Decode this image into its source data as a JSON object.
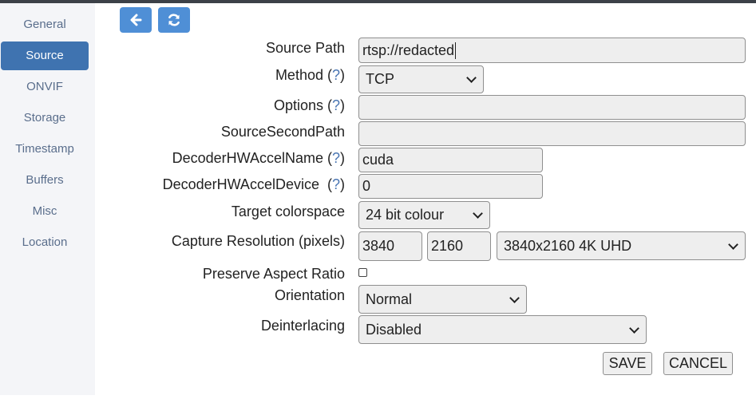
{
  "sidebar": {
    "items": [
      {
        "label": "General"
      },
      {
        "label": "Source"
      },
      {
        "label": "ONVIF"
      },
      {
        "label": "Storage"
      },
      {
        "label": "Timestamp"
      },
      {
        "label": "Buffers"
      },
      {
        "label": "Misc"
      },
      {
        "label": "Location"
      }
    ],
    "active": "Source"
  },
  "toolbar": {
    "back_icon": "arrow-left-icon",
    "refresh_icon": "refresh-icon"
  },
  "form": {
    "help_text": "?",
    "source_path": {
      "label": "Source Path",
      "value": "rtsp://redacted"
    },
    "method": {
      "label": "Method",
      "value": "TCP"
    },
    "options": {
      "label": "Options",
      "value": ""
    },
    "source_second_path": {
      "label": "SourceSecondPath",
      "value": ""
    },
    "decoder_hw_accel_name": {
      "label": "DecoderHWAccelName",
      "value": "cuda"
    },
    "decoder_hw_accel_device": {
      "label": "DecoderHWAccelDevice",
      "value": "0"
    },
    "target_colorspace": {
      "label": "Target colorspace",
      "value": "24 bit colour"
    },
    "capture_resolution": {
      "label": "Capture Resolution (pixels)",
      "width": "3840",
      "height": "2160",
      "preset": "3840x2160 4K UHD"
    },
    "preserve_aspect_ratio": {
      "label": "Preserve Aspect Ratio",
      "checked": false
    },
    "orientation": {
      "label": "Orientation",
      "value": "Normal"
    },
    "deinterlacing": {
      "label": "Deinterlacing",
      "value": "Disabled"
    }
  },
  "actions": {
    "save_label": "SAVE",
    "cancel_label": "CANCEL"
  }
}
